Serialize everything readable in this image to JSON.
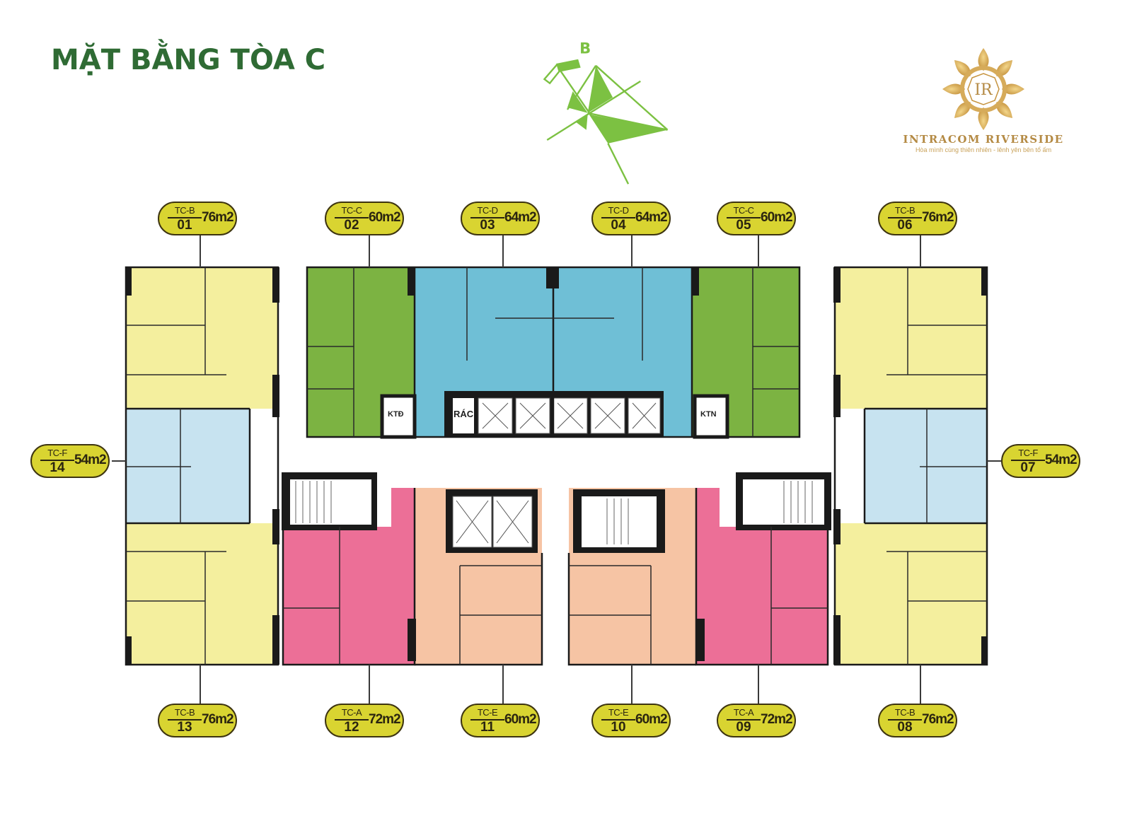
{
  "title": "MẶT BẰNG TÒA C",
  "compass": {
    "letter": "B"
  },
  "brand": {
    "name": "INTRACOM RIVERSIDE",
    "monogram": "IR",
    "tagline": "Hòa mình cùng thiên nhiên - lênh yên bên tổ ấm"
  },
  "service_rooms": {
    "electric": "KTĐ",
    "trash": "RÁC",
    "water": "KTN"
  },
  "colors": {
    "title": "#2f6b34",
    "type_b": "#f4ef9e",
    "type_c": "#7cb342",
    "type_d": "#6fbfd6",
    "type_f": "#c7e3f0",
    "type_a": "#ec6f97",
    "type_e": "#f6c4a4",
    "badge": "#d9d431",
    "brand_gold": "#b48a44",
    "compass_green": "#7cc142"
  },
  "units": [
    {
      "id": "01",
      "type": "TC-B",
      "area": "76m2"
    },
    {
      "id": "02",
      "type": "TC-C",
      "area": "60m2"
    },
    {
      "id": "03",
      "type": "TC-D",
      "area": "64m2"
    },
    {
      "id": "04",
      "type": "TC-D",
      "area": "64m2"
    },
    {
      "id": "05",
      "type": "TC-C",
      "area": "60m2"
    },
    {
      "id": "06",
      "type": "TC-B",
      "area": "76m2"
    },
    {
      "id": "07",
      "type": "TC-F",
      "area": "54m2"
    },
    {
      "id": "08",
      "type": "TC-B",
      "area": "76m2"
    },
    {
      "id": "09",
      "type": "TC-A",
      "area": "72m2"
    },
    {
      "id": "10",
      "type": "TC-E",
      "area": "60m2"
    },
    {
      "id": "11",
      "type": "TC-E",
      "area": "60m2"
    },
    {
      "id": "12",
      "type": "TC-A",
      "area": "72m2"
    },
    {
      "id": "13",
      "type": "TC-B",
      "area": "76m2"
    },
    {
      "id": "14",
      "type": "TC-F",
      "area": "54m2"
    }
  ]
}
